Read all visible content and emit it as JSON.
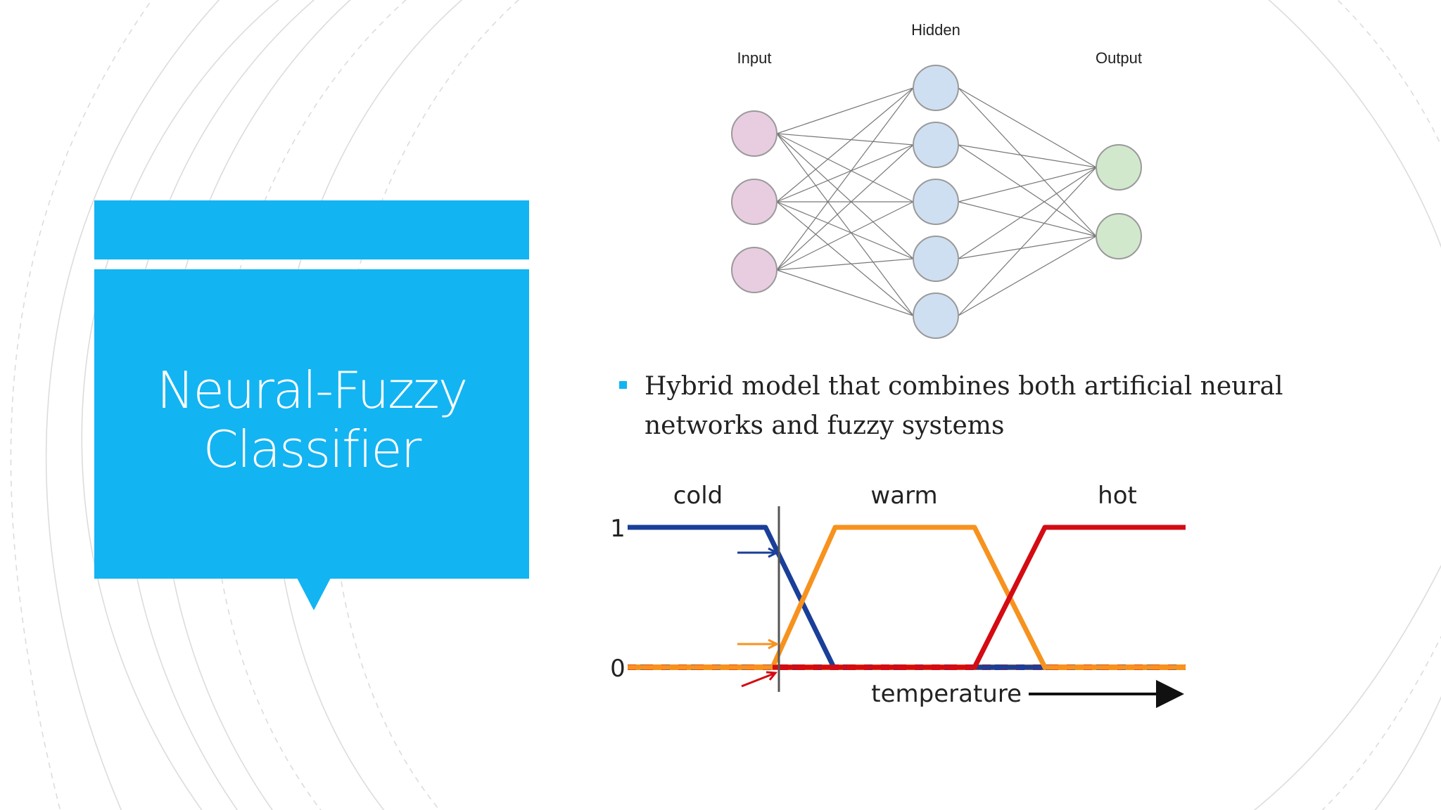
{
  "slide": {
    "title_line1": "Neural-Fuzzy",
    "title_line2": "Classifier",
    "accent_color": "#13b4f2",
    "bullet": "Hybrid model that combines both artificial neural networks and fuzzy systems"
  },
  "network": {
    "input_label": "Input",
    "hidden_label": "Hidden",
    "output_label": "Output",
    "input_count": 3,
    "hidden_count": 5,
    "output_count": 2,
    "colors": {
      "input": "#e8cde0",
      "hidden": "#cfdff2",
      "output": "#d2e8cd"
    }
  },
  "fuzzy": {
    "sets": [
      {
        "name": "cold",
        "color": "#1a3f99"
      },
      {
        "name": "warm",
        "color": "#f7921e"
      },
      {
        "name": "hot",
        "color": "#d40b12"
      }
    ],
    "y_top_label": "1",
    "y_bottom_label": "0",
    "x_label": "temperature"
  }
}
